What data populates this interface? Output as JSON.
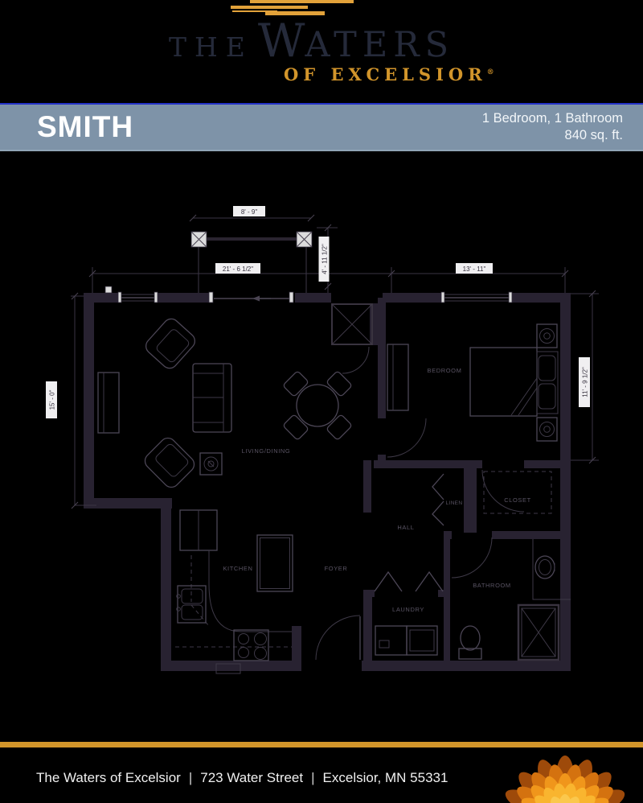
{
  "header": {
    "logo": {
      "the": "THE",
      "waters_initial": "W",
      "waters_rest": "ATERS",
      "tagline": "OF EXCELSIOR",
      "registered": "®"
    }
  },
  "banner": {
    "plan_name": "SMITH",
    "spec_line1": "1 Bedroom, 1 Bathroom",
    "spec_line2": "840 sq. ft."
  },
  "floorplan": {
    "rooms": {
      "living_dining": "LIVING/DINING",
      "bedroom": "BEDROOM",
      "kitchen": "KITCHEN",
      "foyer": "FOYER",
      "hall": "HALL",
      "linen": "LINEN",
      "closet": "CLOSET",
      "bathroom": "BATHROOM",
      "laundry": "LAUNDRY"
    },
    "dimensions": {
      "balcony_width": "8' - 9\"",
      "living_width": "21' - 6 1/2\"",
      "balcony_depth": "4' - 11 1/2\"",
      "bedroom_width": "13' - 11\"",
      "living_depth": "15' - 0\"",
      "bedroom_depth": "11' - 9 1/2\""
    }
  },
  "footer": {
    "community": "The Waters of Excelsior",
    "separator": "|",
    "street": "723 Water Street",
    "city": "Excelsior, MN 55331"
  },
  "colors": {
    "gold": "#D3952A",
    "banner_blue": "#7E93A8",
    "banner_accent_blue": "#2433C8",
    "logo_navy": "#252A3A",
    "background": "#000000",
    "wall": "#282231",
    "flower_orange": "#F0961B"
  }
}
